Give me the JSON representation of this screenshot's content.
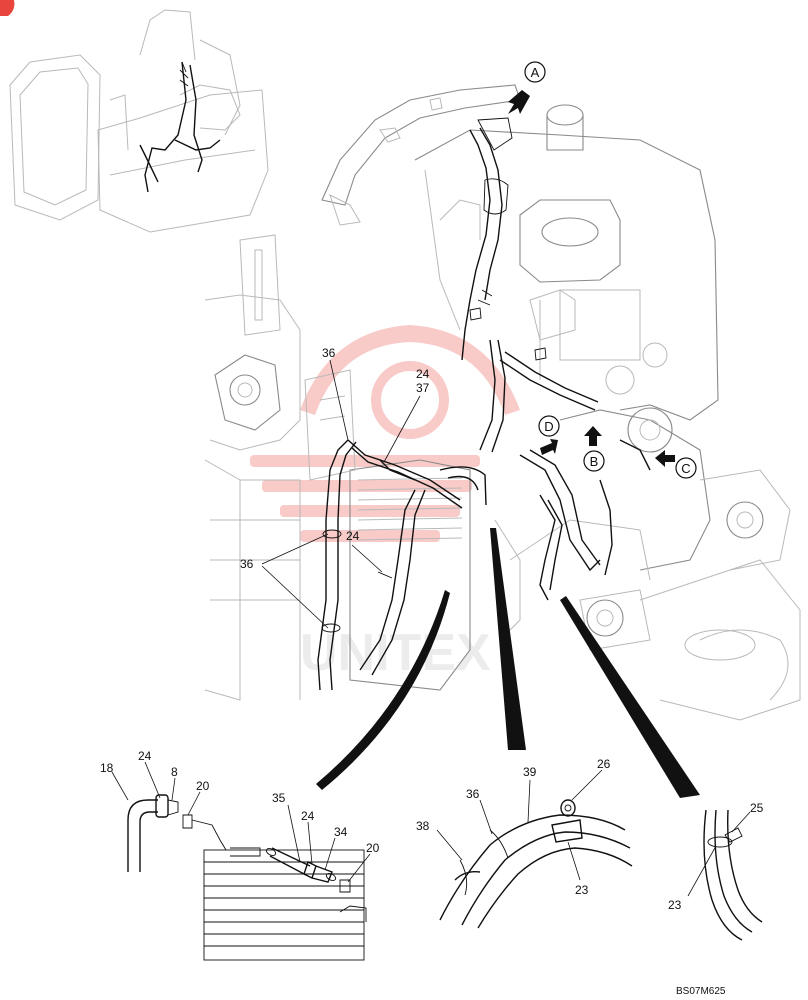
{
  "drawing_code": "BS07M625",
  "watermark": "UNITEX",
  "views": [
    {
      "id": "A",
      "label": "A"
    },
    {
      "id": "B",
      "label": "B"
    },
    {
      "id": "C",
      "label": "C"
    },
    {
      "id": "D",
      "label": "D"
    }
  ],
  "main_labels": [
    {
      "id": "m36a",
      "text": "36"
    },
    {
      "id": "m24a",
      "text": "24"
    },
    {
      "id": "m37",
      "text": "37"
    },
    {
      "id": "m24b",
      "text": "24"
    },
    {
      "id": "m36b",
      "text": "36"
    }
  ],
  "detail_labels": [
    {
      "id": "d18",
      "text": "18"
    },
    {
      "id": "d24a",
      "text": "24"
    },
    {
      "id": "d8",
      "text": "8"
    },
    {
      "id": "d20a",
      "text": "20"
    },
    {
      "id": "d35",
      "text": "35"
    },
    {
      "id": "d24b",
      "text": "24"
    },
    {
      "id": "d34",
      "text": "34"
    },
    {
      "id": "d20b",
      "text": "20"
    },
    {
      "id": "d38",
      "text": "38"
    },
    {
      "id": "d36",
      "text": "36"
    },
    {
      "id": "d39",
      "text": "39"
    },
    {
      "id": "d26",
      "text": "26"
    },
    {
      "id": "d23a",
      "text": "23"
    },
    {
      "id": "d25",
      "text": "25"
    },
    {
      "id": "d23b",
      "text": "23"
    }
  ]
}
